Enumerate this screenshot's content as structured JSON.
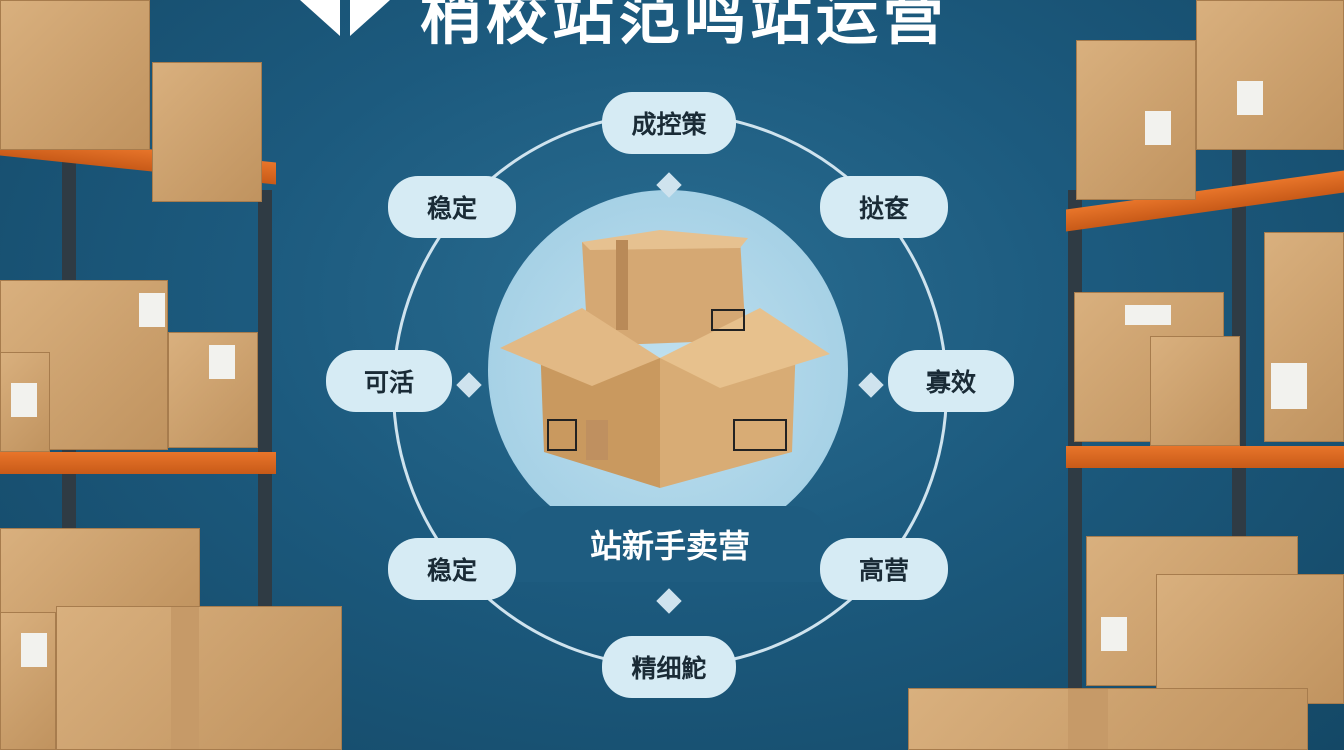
{
  "title": "梢校站范鸣站运营",
  "center": {
    "label": "站新手卖营"
  },
  "nodes": [
    {
      "label": "成控策"
    },
    {
      "label": "挞奁"
    },
    {
      "label": "寡效"
    },
    {
      "label": "高营"
    },
    {
      "label": "精细鮀"
    },
    {
      "label": "稳定"
    },
    {
      "label": "可活"
    },
    {
      "label": "稳定"
    }
  ],
  "colors": {
    "background": "#1c5a7e",
    "pill": "#d6ebf4",
    "ring": "#cfe3ee",
    "shelf_beam": "#e8752a",
    "box": "#d9b07e"
  }
}
